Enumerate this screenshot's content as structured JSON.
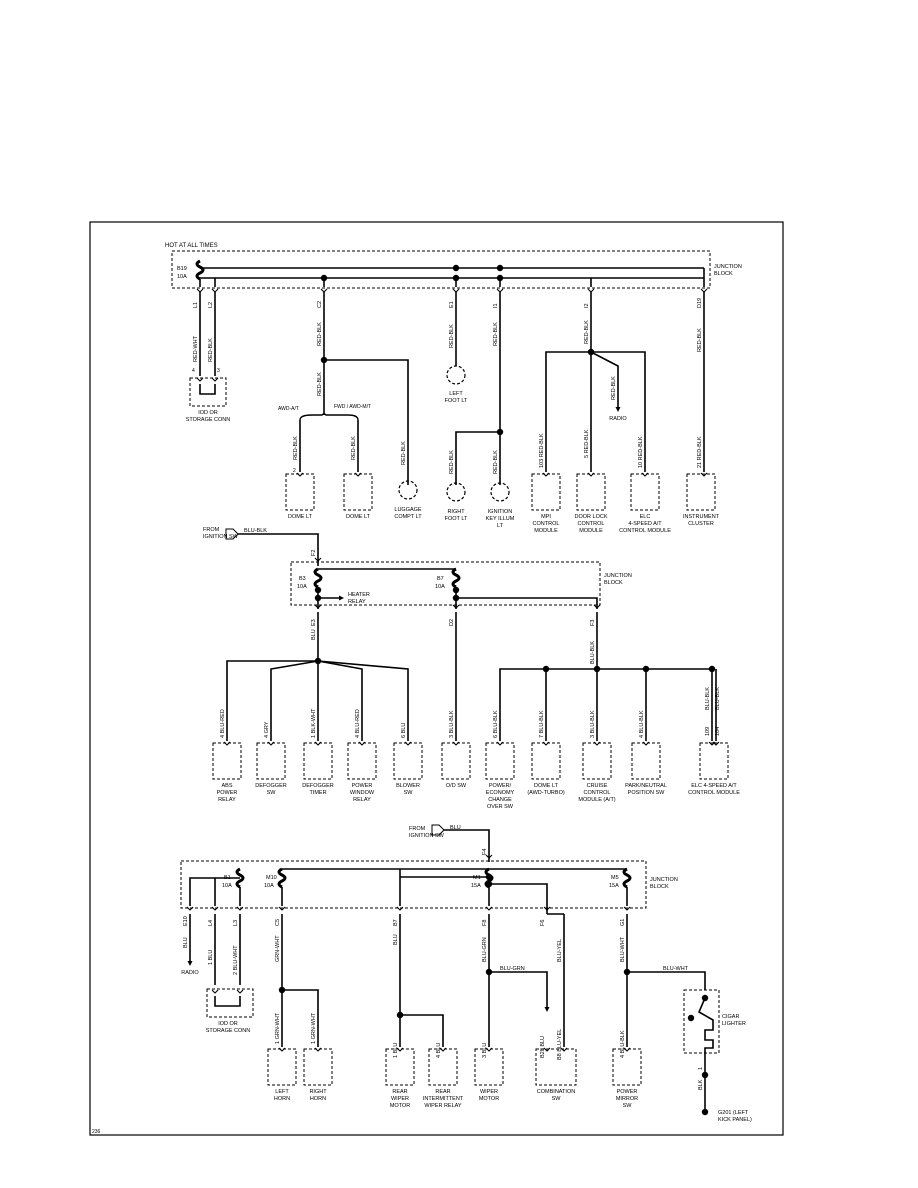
{
  "top": {
    "header": "HOT AT ALL TIMES",
    "fuse_id": "B19",
    "fuse_amp": "10A",
    "junction_block": [
      "JUNCTION",
      "BLOCK"
    ],
    "pins": [
      "L1",
      "L2",
      "C2",
      "E1",
      "I1",
      "I2",
      "D19"
    ],
    "wire_rw": "RED-WHT",
    "wire_rb": "RED-BLK",
    "idd_pins": [
      "4",
      "3"
    ],
    "idd_conn": [
      "IOD OR",
      "STORAGE CONN"
    ],
    "awd_at": "AWD-A/T",
    "fwd_awd_mt": "FWD / AWD-M/T",
    "radio": "RADIO",
    "left_foot": [
      "LEFT",
      "FOOT LT"
    ],
    "right_foot": [
      "RIGHT",
      "FOOT LT"
    ],
    "ign_key": [
      "IGNITION",
      "KEY ILLUM",
      "LT"
    ],
    "luggage": [
      "LUGGAGE",
      "COMPT LT"
    ],
    "dome1": "DOME LT",
    "dome2": "DOME LT",
    "mpi_pin": "103",
    "mpi": [
      "MPI",
      "CONTROL",
      "MODULE"
    ],
    "dl_pin": "5",
    "door_lock": [
      "DOOR LOCK",
      "CONTROL",
      "MODULE"
    ],
    "elc_pin": "10",
    "elc": [
      "ELC",
      "4-SPEED A/T",
      "CONTROL MODULE"
    ],
    "ic_pin": "21",
    "ic": [
      "INSTRUMENT",
      "CLUSTER"
    ],
    "dome_pins": [
      "2",
      "2"
    ]
  },
  "mid": {
    "from": [
      "FROM",
      "IGNITION SW"
    ],
    "wire_in": "BLU-BLK",
    "pin_in": "F2",
    "fuse1_id": "B3",
    "fuse1_amp": "10A",
    "fuse2_id": "B7",
    "fuse2_amp": "10A",
    "heater": [
      "HEATER",
      "RELAY"
    ],
    "junction_block": [
      "JUNCTION",
      "BLOCK"
    ],
    "pins": [
      "E3",
      "D2",
      "F3"
    ],
    "wire_blu": "BLU",
    "wire_bb": "BLU-BLK",
    "wire_br": "BLU-RED",
    "wire_gry": "GRY",
    "wire_bw": "BLK-WHT",
    "components": [
      {
        "pin": "4",
        "wire": "BLU-RED",
        "label": [
          "ABS",
          "POWER",
          "RELAY"
        ]
      },
      {
        "pin": "4",
        "wire": "GRY",
        "label": [
          "DEFOGGER",
          "SW"
        ]
      },
      {
        "pin": "1",
        "wire": "BLK-WHT",
        "label": [
          "DEFOGGER",
          "TIMER"
        ]
      },
      {
        "pin": "4",
        "wire": "BLU-RED",
        "label": [
          "POWER",
          "WINDOW",
          "RELAY"
        ]
      },
      {
        "pin": "6",
        "wire": "BLU",
        "label": [
          "BLOWER",
          "SW"
        ]
      },
      {
        "pin": "3",
        "wire": "BLU-BLK",
        "label": [
          "O/D SW"
        ]
      },
      {
        "pin": "6",
        "wire": "BLU-BLK",
        "label": [
          "POWER/",
          "ECONOMY",
          "CHANGE",
          "OVER SW"
        ]
      },
      {
        "pin": "7",
        "wire": "BLU-BLK",
        "label": [
          "DOME LT",
          "(AWD-TURBO)"
        ]
      },
      {
        "pin": "3",
        "wire": "BLU-BLK",
        "label": [
          "CRUISE",
          "CONTROL",
          "MODULE (A/T)"
        ]
      },
      {
        "pin": "4",
        "wire": "BLU-BLK",
        "label": [
          "PARK/NEUTRAL",
          "POSITION SW"
        ]
      },
      {
        "pin": "109",
        "pin2": "104",
        "wire": "BLU-BLK",
        "label": [
          "ELC 4-SPEED A/T",
          "CONTROL MODULE"
        ]
      }
    ]
  },
  "bot": {
    "from": [
      "FROM",
      "IGNITION SW"
    ],
    "wire_in": "BLU",
    "pin_in": "F4",
    "fuses": [
      {
        "id": "B1",
        "amp": "10A"
      },
      {
        "id": "M10",
        "amp": "10A"
      },
      {
        "id": "M1",
        "amp": "15A"
      },
      {
        "id": "M5",
        "amp": "15A"
      }
    ],
    "junction_block": [
      "JUNCTION",
      "BLOCK"
    ],
    "pins": [
      "E10",
      "L4",
      "L3",
      "C5",
      "B7",
      "F8",
      "F6",
      "G1"
    ],
    "w_blu": "BLU",
    "w_bluwht": "BLU-WHT",
    "w_grnwht": "GRN-WHT",
    "w_blugrn": "BLU-GRN",
    "w_bluyel": "BLU-YEL",
    "w_blublk": "BLU-BLK",
    "w_blk": "BLK",
    "radio": "RADIO",
    "idd_pins": [
      "1",
      "2"
    ],
    "idd_conn": [
      "IOD OR",
      "STORAGE CONN"
    ],
    "cigar": [
      "CIGAR",
      "LIGHTER"
    ],
    "cig_pin": "1",
    "ground": [
      "G201 (LEFT",
      "KICK PANEL)"
    ],
    "components": [
      {
        "pin": "1",
        "wire": "GRN-WHT",
        "label": [
          "LEFT",
          "HORN"
        ]
      },
      {
        "pin": "1",
        "wire": "GRN-WHT",
        "label": [
          "RIGHT",
          "HORN"
        ]
      },
      {
        "pin": "1",
        "wire": "BLU",
        "label": [
          "REAR",
          "WIPER",
          "MOTOR"
        ]
      },
      {
        "pin": "4",
        "wire": "BLU",
        "label": [
          "REAR",
          "INTERMITTENT",
          "WIPER RELAY"
        ]
      },
      {
        "pin": "3",
        "wire": "BLU",
        "label": [
          "WIPER",
          "MOTOR"
        ]
      },
      {
        "pin": "B28",
        "pin2": "B8",
        "wire": "BLU",
        "wire2": "BLU-YEL",
        "label": [
          "COMBINATION",
          "SW"
        ]
      },
      {
        "pin": "4",
        "wire": "BLU-BLK",
        "label": [
          "POWER",
          "MIRROR",
          "SW"
        ]
      }
    ]
  },
  "footer": "236"
}
